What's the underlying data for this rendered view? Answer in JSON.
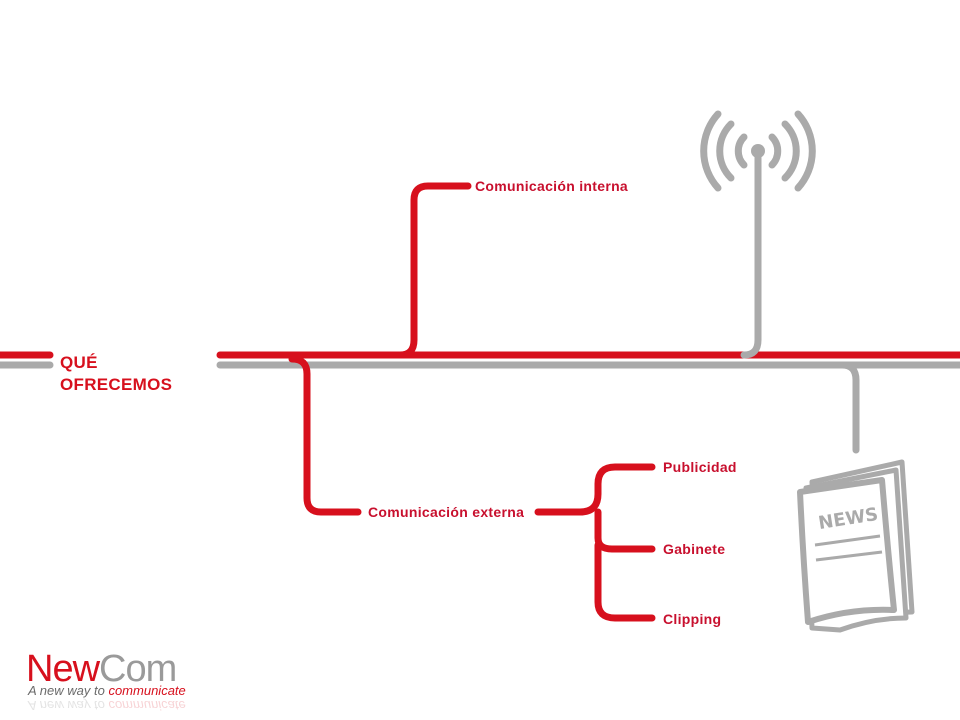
{
  "title": {
    "line1": "QUÉ",
    "line2": "OFRECEMOS"
  },
  "branches": {
    "interna": "Comunicación interna",
    "externa": "Comunicación externa",
    "publicidad": "Publicidad",
    "gabinete": "Gabinete",
    "clipping": "Clipping"
  },
  "icons": {
    "antenna": "antenna-icon",
    "newspaper": "newspaper-icon"
  },
  "newspaper_headline": "NEWS",
  "logo": {
    "brand_new": "New",
    "brand_com": "Com",
    "tagline_a": "A new way to ",
    "tagline_b": "communicate"
  },
  "colors": {
    "accent": "#d7101d",
    "gray": "#aaaaaa"
  }
}
